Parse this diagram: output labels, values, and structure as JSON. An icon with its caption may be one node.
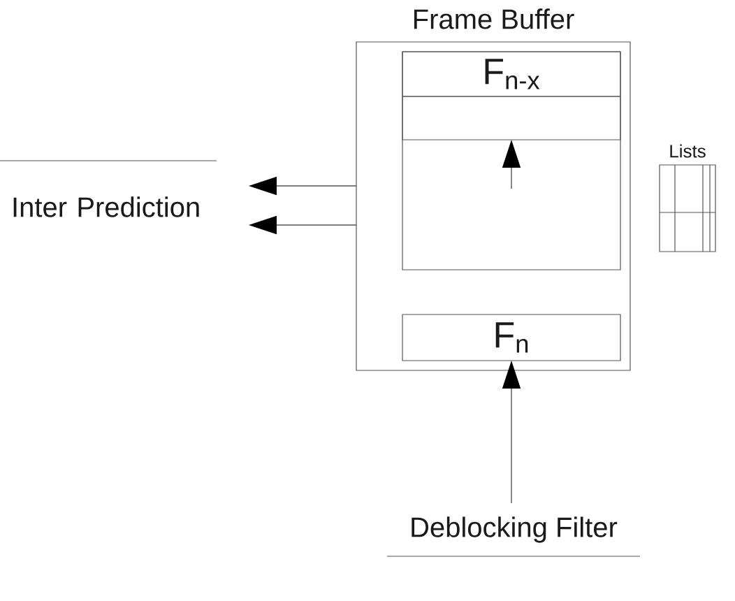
{
  "diagram": {
    "nodes": [
      {
        "text": [
          "Frame Buffer"
        ]
      },
      {
        "text": [],
        "shape": "box",
        "in": 0
      },
      {
        "text": [
          "F$_{n-x}$"
        ],
        "in": 1
      },
      {
        "text": [],
        "shape": "box",
        "in": 1
      },
      {
        "text": [
          "F$_{n}$"
        ],
        "in": 0
      },
      {
        "text": [
          "Inter Prediction"
        ]
      },
      {
        "text": [
          "Deblocking Filter"
        ]
      },
      {
        "text": [
          "Lists"
        ]
      }
    ],
    "edges": [
      {
        "from": 0,
        "to": 5,
        "arrow": "to"
      },
      {
        "from": 0,
        "to": 5,
        "arrow": "to"
      },
      {
        "from": 6,
        "to": 4,
        "arrow": "to"
      },
      {
        "from": null,
        "to": 3,
        "arrow": "to"
      }
    ]
  }
}
